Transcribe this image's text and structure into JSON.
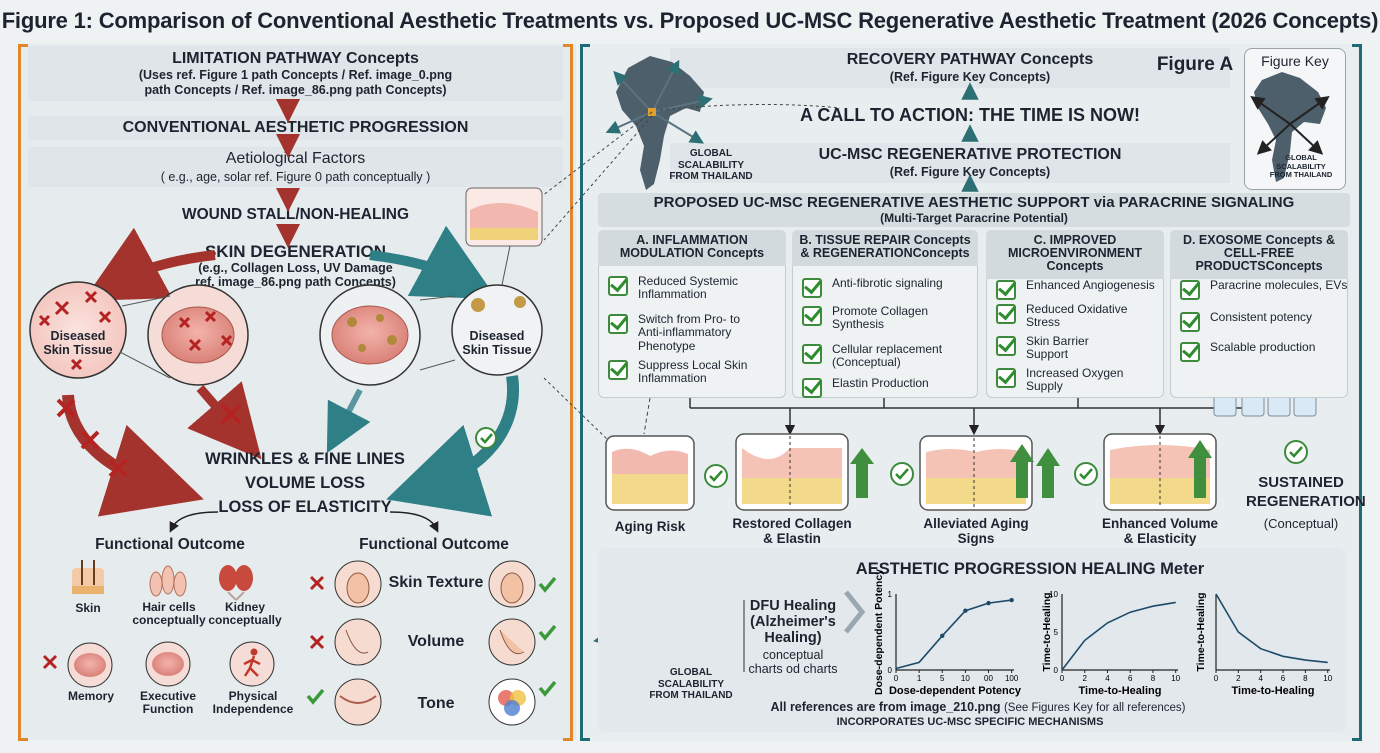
{
  "title": "Figure 1: Comparison of Conventional Aesthetic Treatments vs. Proposed UC-MSC Regenerative Aesthetic Treatment (2026 Concepts)",
  "left": {
    "limitation_title": "LIMITATION PATHWAY Concepts",
    "limitation_sub1": "(Uses ref. Figure 1 path Concepts / Ref. image_0.png",
    "limitation_sub2": "path Concepts / Ref. image_86.png path Concepts)",
    "conventional": "CONVENTIONAL AESTHETIC PROGRESSION",
    "aetiological": "Aetiological Factors",
    "aetiological_sub": "( e.g., age, solar ref. Figure 0 path conceptually )",
    "wound": "WOUND STALL/NON-HEALING",
    "skin_degen": "SKIN DEGENERATION",
    "skin_degen_sub1": "(e.g., Collagen Loss, UV Damage",
    "skin_degen_sub2": "ref. image_86.png path Concepts)",
    "diseased_left": [
      "Diseased",
      "Skin Tissue"
    ],
    "diseased_right": [
      "Diseased",
      "Skin Tissue"
    ],
    "outcomes": [
      "WRINKLES & FINE LINES",
      "VOLUME LOSS",
      "LOSS OF ELASTICITY"
    ],
    "functional_left": "Functional Outcome",
    "functional_right": "Functional Outcome",
    "icons": [
      {
        "label": "Skin",
        "icon": "skin-hair-icon"
      },
      {
        "label": "Hair cells\nconceptually",
        "icon": "hair-cells-icon"
      },
      {
        "label": "Kidney\nconceptually",
        "icon": "kidney-icon"
      },
      {
        "label": "Memory",
        "icon": "brain-icon"
      },
      {
        "label": "Executive\nFunction",
        "icon": "brain-icon"
      },
      {
        "label": "Physical\nIndependence",
        "icon": "walking-person-icon"
      }
    ],
    "compare_rows": [
      "Skin Texture",
      "Volume",
      "Tone"
    ]
  },
  "right": {
    "recovery_title": "RECOVERY PATHWAY Concepts",
    "recovery_sub": "(Ref. Figure Key Concepts)",
    "figure_a": "Figure A",
    "figure_key": "Figure Key",
    "global_label": [
      "GLOBAL",
      "SCALABILITY",
      "FROM THAILAND"
    ],
    "call_to_action": "A CALL TO ACTION: THE TIME IS NOW!",
    "protection": "UC-MSC REGENERATIVE PROTECTION",
    "protection_sub": "(Ref. Figure Key Concepts)",
    "support": "PROPOSED UC-MSC REGENERATIVE AESTHETIC SUPPORT via PARACRINE SIGNALING",
    "support_sub": "(Multi-Target Paracrine Potential)",
    "columns": [
      {
        "title": [
          "A. INFLAMMATION",
          "MODULATION Concepts"
        ],
        "items": [
          "Reduced Systemic\nInflammation",
          "Switch from Pro- to\nAnti-inflammatory\nPhenotype",
          "Suppress Local Skin\nInflammation"
        ]
      },
      {
        "title": [
          "B. TISSUE REPAIR Concepts",
          "& REGENERATIONConcepts"
        ],
        "items": [
          "Anti-fibrotic signaling",
          "Promote Collagen\nSynthesis",
          "Cellular replacement\n(Conceptual)",
          "Elastin Production"
        ]
      },
      {
        "title": [
          "C. IMPROVED",
          "MICROENVIRONMENT",
          "Concepts"
        ],
        "items": [
          "Enhanced Angiogenesis",
          "Reduced Oxidative\nStress",
          "Skin Barrier\nSupport",
          "Increased Oxygen\nSupply"
        ]
      },
      {
        "title": [
          "D. EXOSOME Concepts &",
          "CELL-FREE",
          "PRODUCTSConcepts"
        ],
        "items": [
          "Paracrine molecules, EVs",
          "Consistent potency",
          "Scalable production"
        ]
      }
    ],
    "stages": [
      {
        "label": [
          "Aging Risk"
        ]
      },
      {
        "label": [
          "Restored Collagen",
          "& Elastin"
        ]
      },
      {
        "label": [
          "Alleviated Aging",
          "Signs"
        ]
      },
      {
        "label": [
          "Enhanced Volume",
          "& Elasticity"
        ]
      }
    ],
    "sustained": [
      "SUSTAINED",
      "REGENERATION"
    ],
    "sustained_sub": "(Conceptual)",
    "meter_title": "AESTHETIC PROGRESSION HEALING Meter",
    "dfu": [
      "DFU Healing",
      "(Alzheimer's",
      "Healing)"
    ],
    "dfu_sub": [
      "conceptual",
      "charts od charts"
    ],
    "references": "All references are from image_210.png",
    "references_note": "(See Figures Key for all references)",
    "incorporates": "INCORPORATES UC-MSC SPECIFIC MECHANISMS"
  },
  "chart_data": [
    {
      "type": "line",
      "x": [
        0,
        1,
        5,
        10,
        10,
        100
      ],
      "tick_labels": [
        "0",
        "1",
        "5",
        "10",
        "00",
        "100"
      ],
      "y": [
        0.02,
        0.1,
        0.45,
        0.78,
        0.88,
        0.92
      ],
      "ylim": [
        0,
        1
      ],
      "ylabel": "Dose-dependent Potency",
      "xlabel": "Dose-dependent Potency",
      "yticks": [
        "0",
        "1"
      ]
    },
    {
      "type": "line",
      "x": [
        0,
        2,
        4,
        6,
        8,
        10
      ],
      "y": [
        0,
        3.9,
        6.2,
        7.6,
        8.4,
        8.9
      ],
      "ylim": [
        0,
        10
      ],
      "ylabel": "Time-to-Healing",
      "xlabel": "Time-to-Healing",
      "yticks": [
        "0",
        "5",
        "10"
      ]
    },
    {
      "type": "line",
      "x": [
        0,
        2,
        4,
        6,
        8,
        10
      ],
      "y": [
        1.0,
        0.5,
        0.28,
        0.18,
        0.13,
        0.1
      ],
      "ylim": [
        0,
        1
      ],
      "ylabel": "Time-to-Healing",
      "xlabel": "Time-to-Healing",
      "xticks": [
        "0",
        "2",
        "4",
        "6",
        "8",
        "10"
      ]
    }
  ]
}
